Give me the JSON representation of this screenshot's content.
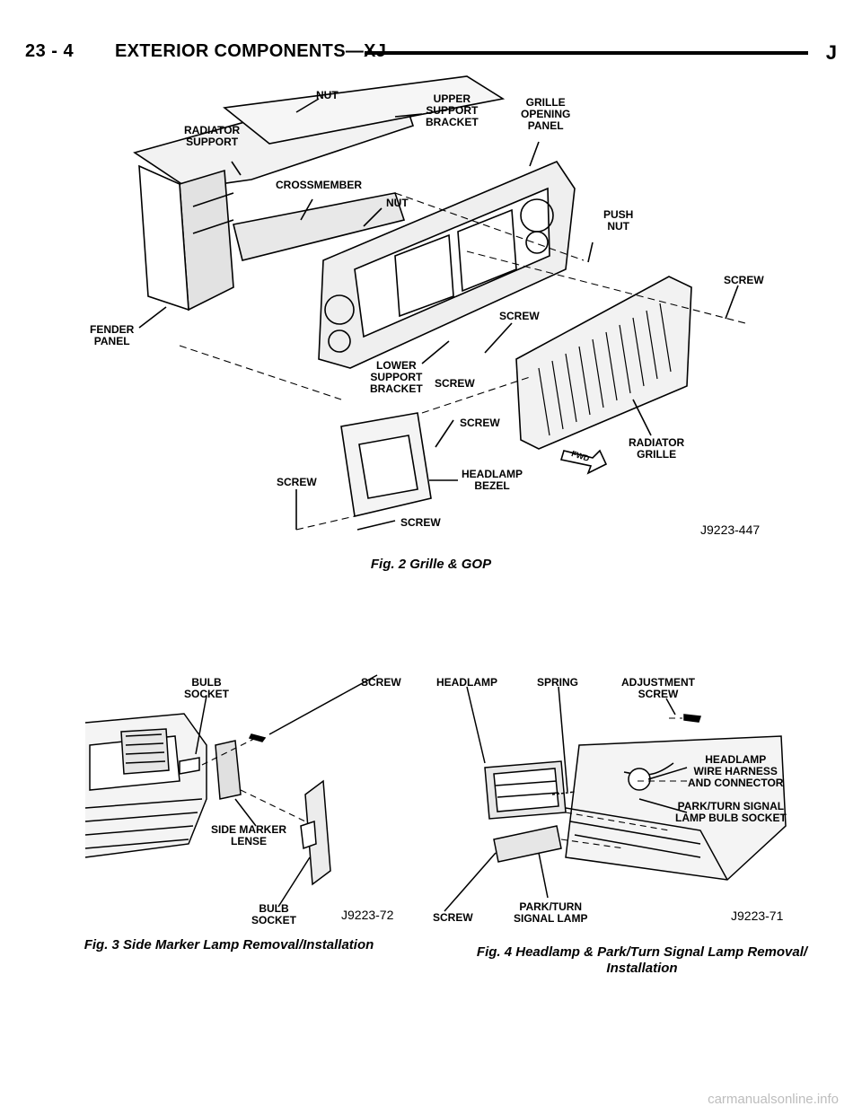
{
  "header": {
    "page_number": "23 - 4",
    "title": "EXTERIOR COMPONENTS—XJ",
    "letter": "J"
  },
  "fig2": {
    "caption": "Fig. 2 Grille & GOP",
    "code": "J9223-447",
    "labels": {
      "nut_top": "NUT",
      "upper_support_bracket": "UPPER\nSUPPORT\nBRACKET",
      "grille_opening_panel": "GRILLE\nOPENING\nPANEL",
      "radiator_support": "RADIATOR\nSUPPORT",
      "crossmember": "CROSSMEMBER",
      "nut_mid": "NUT",
      "push_nut": "PUSH\nNUT",
      "screw_right": "SCREW",
      "fender_panel": "FENDER\nPANEL",
      "screw_center": "SCREW",
      "lower_support_bracket": "LOWER\nSUPPORT\nBRACKET",
      "screw_lower": "SCREW",
      "screw_bezel": "SCREW",
      "radiator_grille": "RADIATOR\nGRILLE",
      "fwd": "FWD",
      "headlamp_bezel": "HEADLAMP\nBEZEL",
      "screw_left": "SCREW",
      "screw_bottom": "SCREW"
    }
  },
  "fig3": {
    "caption": "Fig. 3 Side Marker Lamp Removal/Installation",
    "code": "J9223-72",
    "labels": {
      "bulb_socket_top": "BULB\nSOCKET",
      "screw": "SCREW",
      "side_marker_lense": "SIDE MARKER\nLENSE",
      "bulb_socket_bottom": "BULB\nSOCKET"
    }
  },
  "fig4": {
    "caption": "Fig. 4 Headlamp & Park/Turn Signal Lamp Removal/\nInstallation",
    "code": "J9223-71",
    "labels": {
      "headlamp": "HEADLAMP",
      "spring": "SPRING",
      "adjustment_screw": "ADJUSTMENT\nSCREW",
      "headlamp_wire_harness": "HEADLAMP\nWIRE HARNESS\nAND CONNECTOR",
      "park_turn_socket": "PARK/TURN SIGNAL\nLAMP BULB SOCKET",
      "screw": "SCREW",
      "park_turn_lamp": "PARK/TURN\nSIGNAL LAMP"
    }
  },
  "footer": {
    "watermark": "carmanualsonline.info"
  }
}
